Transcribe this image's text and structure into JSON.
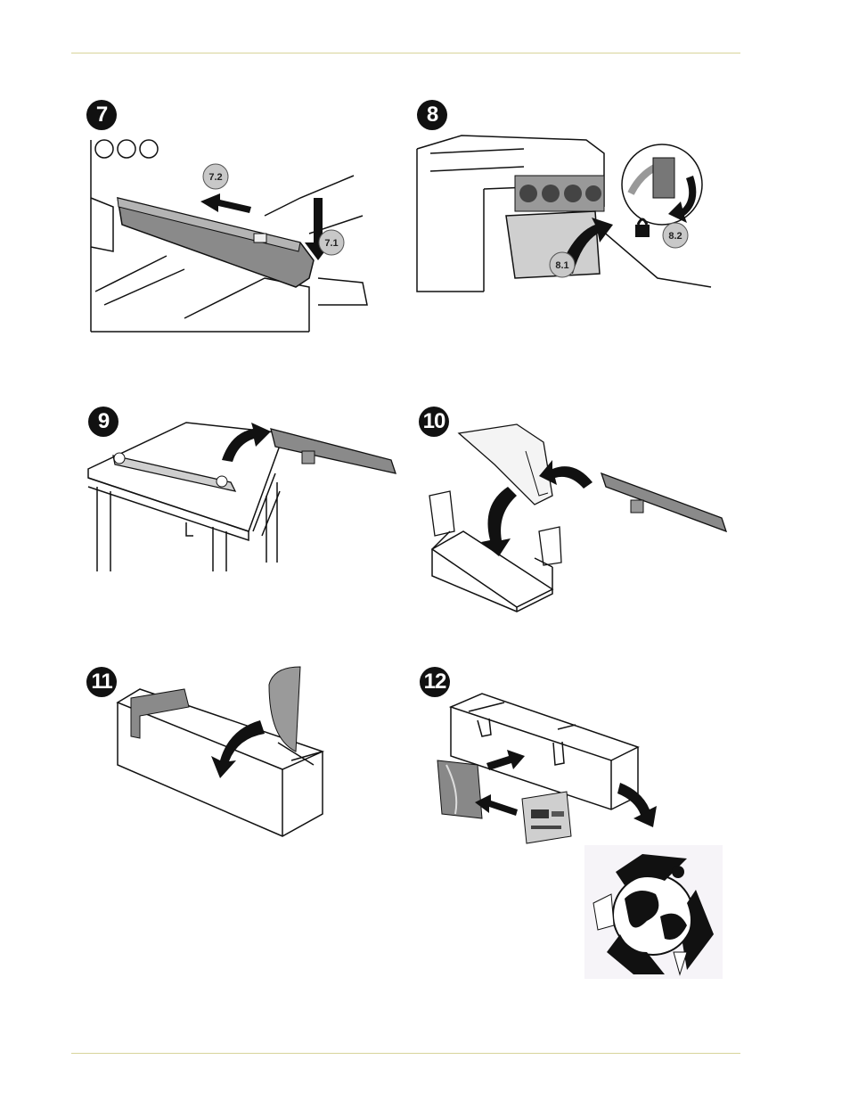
{
  "steps": [
    {
      "number": "7",
      "callouts": [
        "7.2",
        "7.1"
      ]
    },
    {
      "number": "8",
      "callouts": [
        "8.1",
        "8.2"
      ]
    },
    {
      "number": "9",
      "callouts": []
    },
    {
      "number": "10",
      "callouts": []
    },
    {
      "number": "11",
      "callouts": []
    },
    {
      "number": "12",
      "callouts": []
    }
  ],
  "colors": {
    "rule": "#d8d49a",
    "ink": "#111111",
    "callout_fill": "#c8c8c8"
  }
}
